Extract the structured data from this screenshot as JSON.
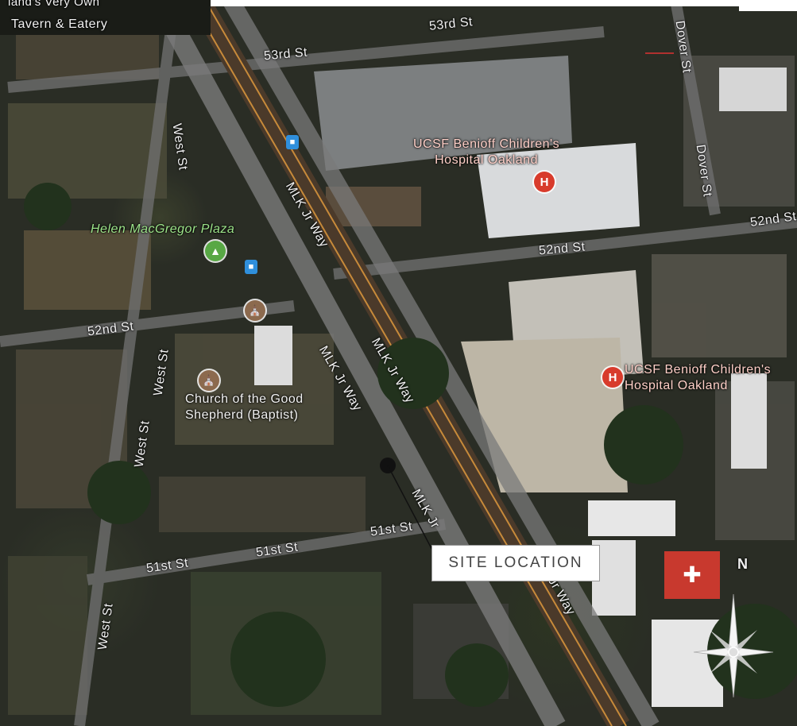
{
  "map": {
    "poi": {
      "tavern": "Tavern & Eatery",
      "tavern_partial": "land's Very Own",
      "hospital_1": "UCSF Benioff Children's\nHospital Oakland",
      "hospital_2": "UCSF Benioff Children's\nHospital Oakland",
      "plaza": "Helen MacGregor Plaza",
      "church": "Church of the Good\nShepherd (Baptist)"
    },
    "streets": {
      "53rd_a": "53rd St",
      "53rd_b": "53rd St",
      "dover_a": "Dover St",
      "dover_b": "Dover St",
      "west_a": "West St",
      "west_b": "West St",
      "west_c": "West St",
      "west_d": "West St",
      "52nd_a": "52nd St",
      "52nd_b": "52nd St",
      "52nd_c": "52nd St",
      "mlk_a": "MLK Jr Way",
      "mlk_b": "MLK Jr Way",
      "mlk_c": "MLK Jr Way",
      "mlk_d": "MLK Jr",
      "mlk_e": "Jr Way",
      "51st_a": "51st St",
      "51st_b": "51st St",
      "51st_c": "51st St"
    },
    "icons": {
      "hospital": "H",
      "park": "tree-icon",
      "church": "church-icon",
      "transit": "bus-icon"
    },
    "site_label": "SITE LOCATION",
    "compass_label": "N",
    "colors": {
      "hospital": "#d83b2c",
      "park": "#58a845",
      "transit": "#2f8fdc"
    }
  }
}
